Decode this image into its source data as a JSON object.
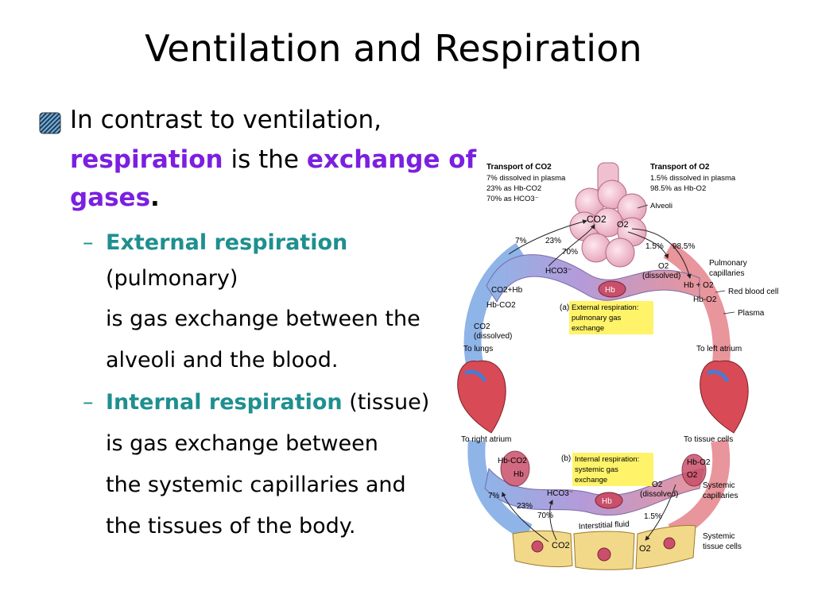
{
  "slide": {
    "title": "Ventilation and Respiration",
    "bullet": {
      "line1": "In contrast to ventilation,",
      "term": "respiration",
      "middle": " is the ",
      "highlight1": "exchange of",
      "highlight2": "gases",
      "end": "."
    },
    "external": {
      "term": "External respiration",
      "paren": "(pulmonary)",
      "line2": "is gas exchange between the",
      "line3": "alveoli and the blood."
    },
    "internal": {
      "term": "Internal respiration",
      "paren": " (tissue)",
      "line2": "is gas exchange between",
      "line3": "the systemic capillaries and",
      "line4": "the tissues of the body."
    }
  },
  "diagram": {
    "co2_title": "Transport of CO2",
    "co2_lines": [
      "7% dissolved in plasma",
      "23% as Hb-CO2",
      "70% as HCO3⁻"
    ],
    "o2_title": "Transport of O2",
    "o2_lines": [
      "1.5% dissolved in plasma",
      "98.5% as Hb-O2"
    ],
    "alveoli": "Alveoli",
    "co2": "CO2",
    "o2": "O2",
    "pct_7": "7%",
    "pct_23": "23%",
    "pct_70": "70%",
    "pct_15": "1.5%",
    "pct_985": "98.5%",
    "hco3": "HCO3⁻",
    "hb": "Hb",
    "co2_hb": "CO2+Hb",
    "hb_co2": "Hb-CO2",
    "co2_dissolved": "CO2",
    "dissolved": "(dissolved)",
    "o2_dissolved": "O2",
    "hb_plus_o2": "Hb + O2",
    "hb_o2": "Hb-O2",
    "pulmonary_capillaries_1": "Pulmonary",
    "pulmonary_capillaries_2": "capillaries",
    "red_blood_cell": "Red blood cell",
    "plasma": "Plasma",
    "label_a": "(a)",
    "ext_box": [
      "External respiration:",
      "pulmonary gas",
      "exchange"
    ],
    "to_lungs": "To lungs",
    "to_left_atrium": "To left atrium",
    "to_right_atrium": "To right atrium",
    "to_tissue_cells": "To tissue cells",
    "label_b": "(b)",
    "int_box": [
      "Internal respiration:",
      "systemic gas",
      "exchange"
    ],
    "systemic_capillaries_1": "Systemic",
    "systemic_capillaries_2": "capillaries",
    "interstitial_fluid": "Interstitial fluid",
    "systemic_tissue_cells_1": "Systemic",
    "systemic_tissue_cells_2": "tissue cells",
    "colors": {
      "purple": "#7b1fe0",
      "teal": "#1f8f8f",
      "blue_vessel": "#8fb4e8",
      "red_vessel": "#e8959b",
      "yellow_box": "#fff36a"
    }
  }
}
